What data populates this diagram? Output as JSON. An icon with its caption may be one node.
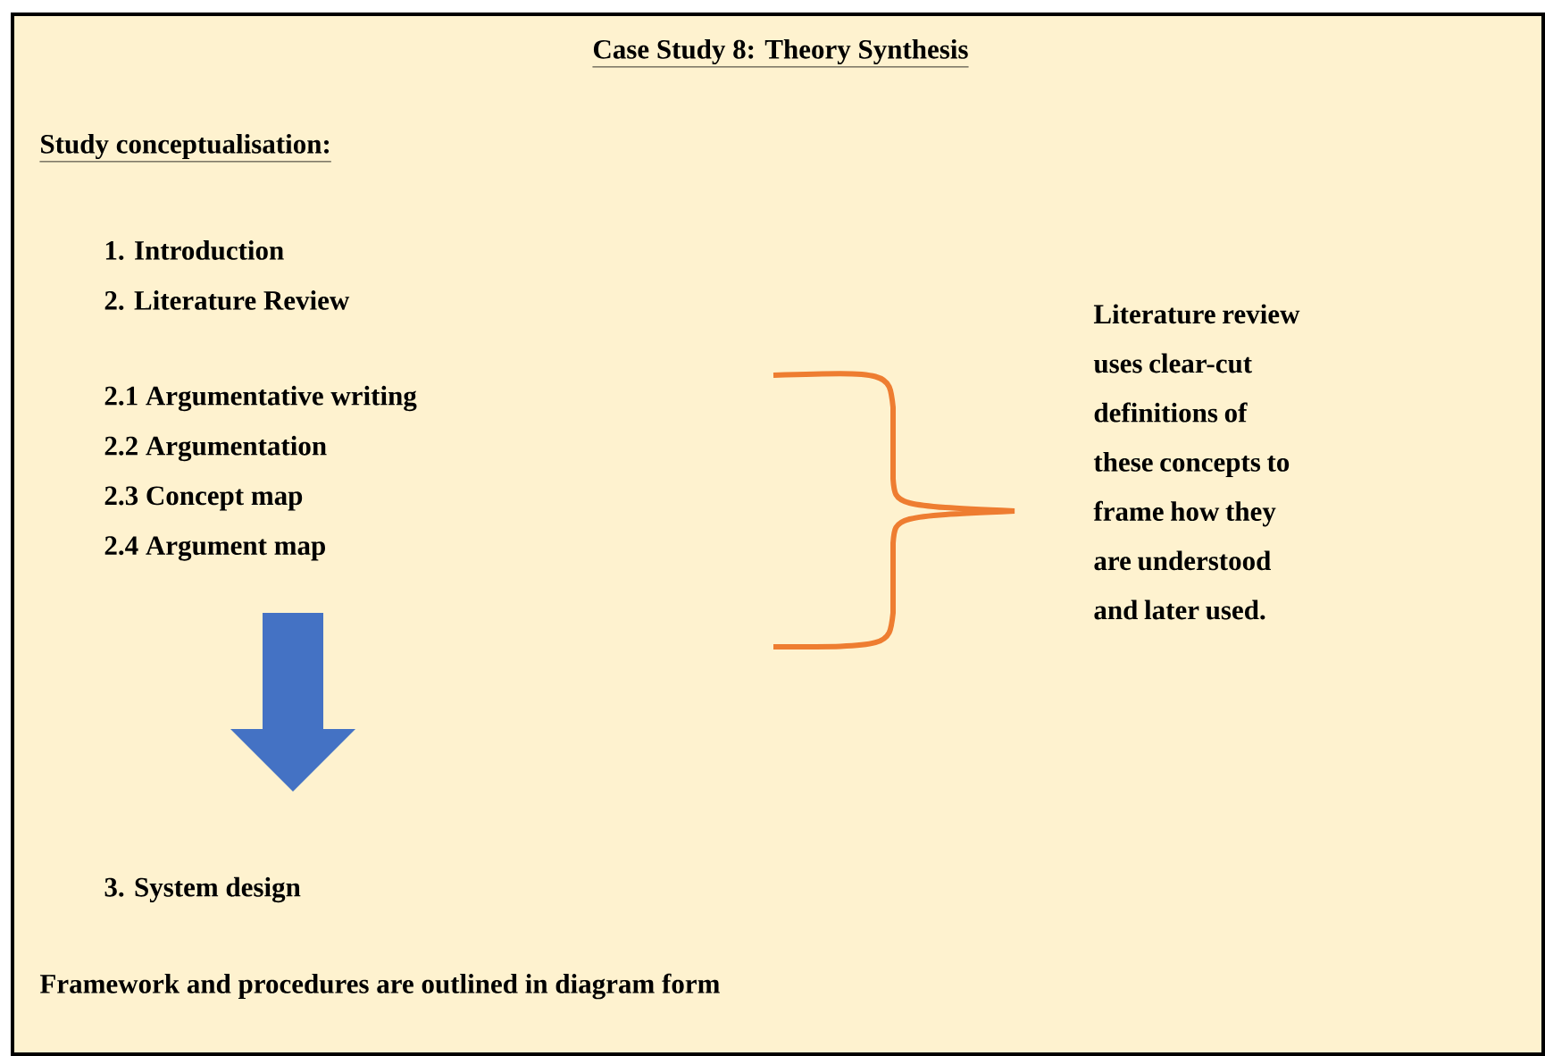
{
  "diagram": {
    "title": "Case Study 8: Theory Synthesis",
    "labels": [
      "Study conceptualisation:",
      "1. Introduction",
      "2. Literature Review",
      "2.1 Argumentative writing",
      "2.2 Argumentation",
      "2.3 Concept map",
      "2.4 Argument map",
      "Literature review uses clear-cut definitions of these concepts to frame how they are understood and later used.",
      "3. System design",
      "Framework and procedures are outlined in diagram form"
    ]
  }
}
